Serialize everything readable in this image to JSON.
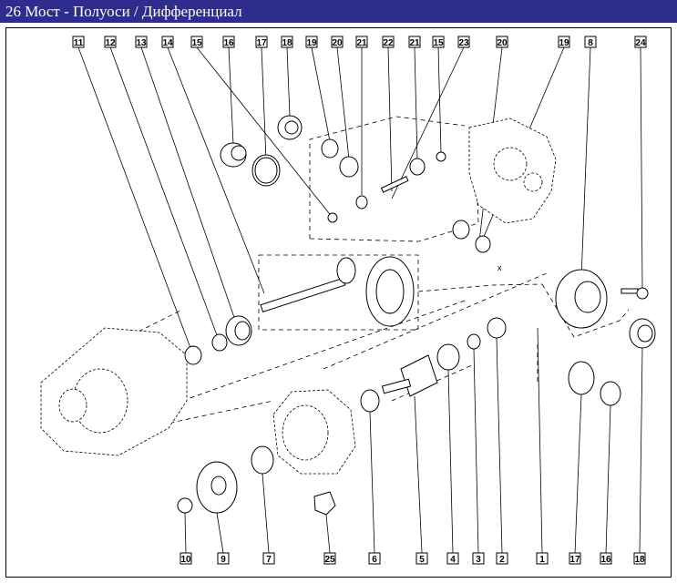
{
  "window": {
    "title": "26 Мост - Полуоси / Дифференциал"
  },
  "diagram": {
    "top_callouts": [
      "11",
      "12",
      "13",
      "14",
      "15",
      "16",
      "17",
      "18",
      "19",
      "20",
      "21",
      "22",
      "21",
      "15",
      "23",
      "20",
      "19",
      "8",
      "24"
    ],
    "bottom_callouts": [
      "10",
      "9",
      "7",
      "25",
      "6",
      "5",
      "4",
      "3",
      "2",
      "1",
      "17",
      "16",
      "18"
    ],
    "annotation_x": "x"
  }
}
